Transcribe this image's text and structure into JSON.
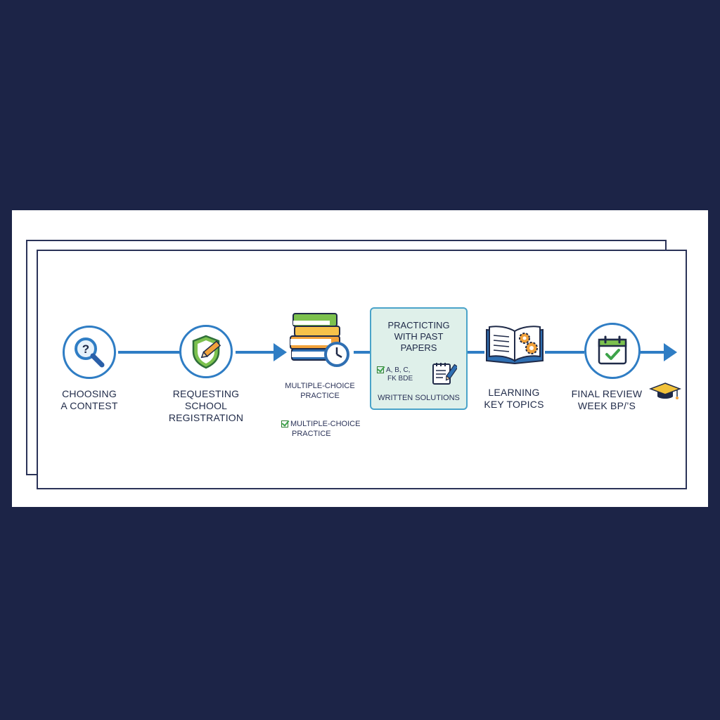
{
  "steps": [
    {
      "label_lines": [
        "CHOOSING",
        "A CONTEST"
      ],
      "icon": "magnifier-question-icon"
    },
    {
      "label_lines": [
        "REQUESTING",
        "SCHOOL",
        "REGISTRATION"
      ],
      "icon": "shield-pencil-icon"
    },
    {
      "label_lines": [
        "MULTIPLE-CHOICE",
        "PRACTICE"
      ],
      "icon": "books-clock-icon"
    },
    {
      "label_lines": [
        "PRACTICTING",
        "WITH PAST",
        "PAPERS"
      ],
      "icon": "notepad-pencil-icon",
      "highlighted": true
    },
    {
      "label_lines": [
        "LEARNING",
        "KEY TOPICS"
      ],
      "icon": "open-book-gears-icon"
    },
    {
      "label_lines": [
        "FINAL REVIEW",
        "WEEK BP/’S"
      ],
      "icon": "calendar-check-icon"
    }
  ],
  "sub_notes": {
    "checklist_lines": [
      "MULTIPLE-CHOICE",
      "PRACTICE"
    ],
    "answer_options": "A, B, C,",
    "answer_options_2": "FK BDE",
    "written_solutions": "WRITTEN SOLUTIONS"
  },
  "colors": {
    "background": "#1c2447",
    "accent_blue": "#2f7dc4",
    "green": "#6cbf4b",
    "highlight_fill": "#dff0ea"
  }
}
